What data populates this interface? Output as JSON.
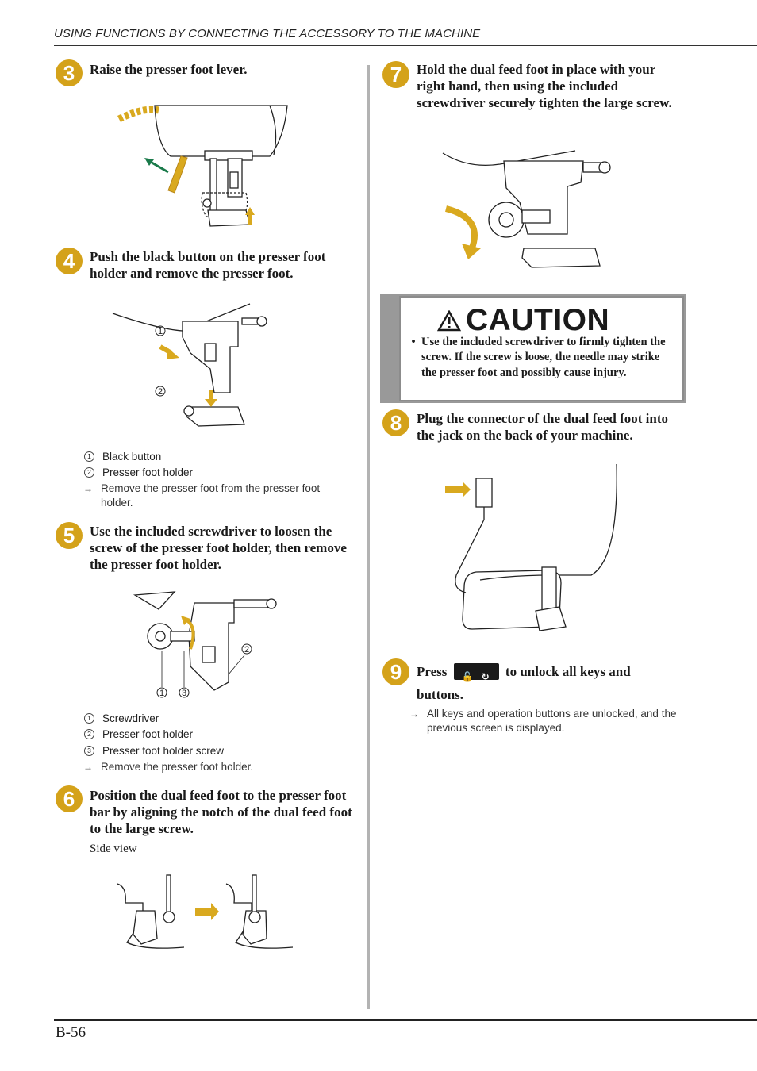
{
  "header": {
    "title": "USING FUNCTIONS BY CONNECTING THE ACCESSORY TO THE MACHINE"
  },
  "steps": {
    "s3": {
      "number": "3",
      "text": "Raise the presser foot lever."
    },
    "s4": {
      "number": "4",
      "text": "Push the black button on the presser foot holder and remove the presser foot.",
      "legend": [
        {
          "num": "1",
          "label": "Black button"
        },
        {
          "num": "2",
          "label": "Presser foot holder"
        }
      ],
      "note": "Remove the presser foot from the presser foot holder."
    },
    "s5": {
      "number": "5",
      "text": "Use the included screwdriver to loosen the screw of the presser foot holder, then remove the presser foot holder.",
      "legend": [
        {
          "num": "1",
          "label": "Screwdriver"
        },
        {
          "num": "2",
          "label": "Presser foot holder"
        },
        {
          "num": "3",
          "label": "Presser foot holder screw"
        }
      ],
      "note": "Remove the presser foot holder."
    },
    "s6": {
      "number": "6",
      "text": "Position the dual feed foot to the presser foot bar by aligning the notch of the dual feed foot to the large screw.",
      "subcaption": "Side view"
    },
    "s7": {
      "number": "7",
      "text": "Hold the dual feed foot in place with your right hand, then using the included screwdriver securely tighten the large screw."
    },
    "caution": {
      "title": "CAUTION",
      "text": "Use the included screwdriver to firmly tighten the screw. If the screw is loose, the needle may strike the presser foot and possibly cause injury."
    },
    "s8": {
      "number": "8",
      "text": "Plug the connector of the dual feed foot into the jack on the back of your machine."
    },
    "s9": {
      "number": "9",
      "press": "Press",
      "after": "to unlock all keys and buttons.",
      "note": "All keys and operation buttons are unlocked, and the previous screen is displayed."
    }
  },
  "diagram_labels": {
    "one": "1",
    "two": "2",
    "three": "3"
  },
  "footer": {
    "page_number": "B-56"
  },
  "colors": {
    "accent": "#d4a21a",
    "caution_bar": "#999999"
  }
}
